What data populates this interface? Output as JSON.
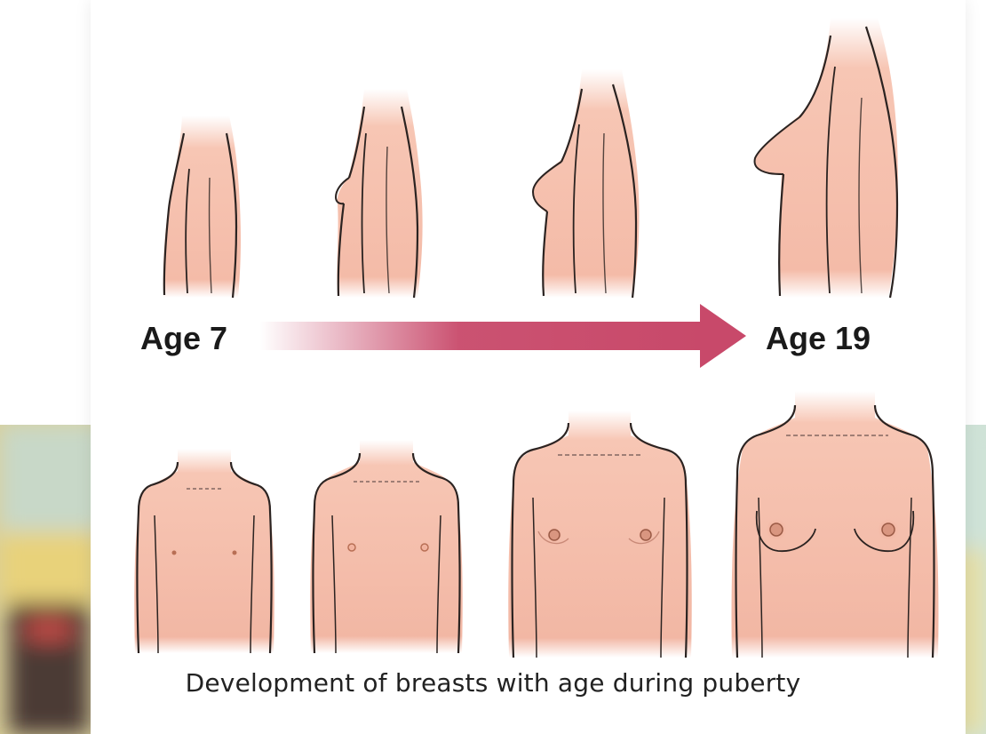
{
  "labels": {
    "start_age": "Age 7",
    "end_age": "Age 19"
  },
  "caption": "Development of breasts with age during puberty",
  "colors": {
    "skin": "#f7c6b4",
    "skin_shade": "#eaa08c",
    "outline": "#2b2321",
    "arrow": "#c8496a",
    "areola": "#b86f55"
  },
  "stages": [
    {
      "stage": 1,
      "side_view": "flat",
      "front_view": "flat"
    },
    {
      "stage": 2,
      "side_view": "budding",
      "front_view": "budding"
    },
    {
      "stage": 3,
      "side_view": "developing",
      "front_view": "developing"
    },
    {
      "stage": 4,
      "side_view": "mature",
      "front_view": "mature"
    }
  ]
}
